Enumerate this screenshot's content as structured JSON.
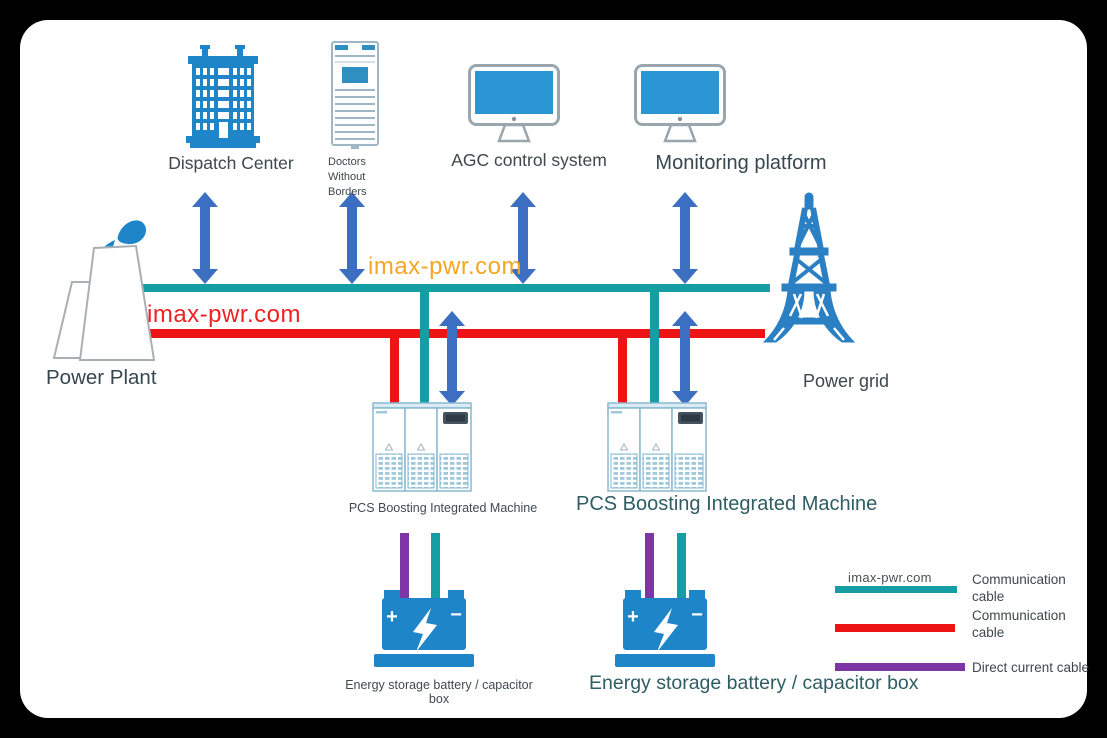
{
  "nodes": {
    "dispatch_center": {
      "label": "Dispatch Center"
    },
    "server": {
      "label": "Doctors Without Borders"
    },
    "agc": {
      "label": "AGC control system"
    },
    "monitoring": {
      "label": "Monitoring platform"
    },
    "power_plant": {
      "label": "Power Plant"
    },
    "power_grid": {
      "label": "Power grid"
    },
    "pcs_left": {
      "label": "PCS Boosting Integrated Machine"
    },
    "pcs_right": {
      "label": "PCS Boosting Integrated Machine"
    },
    "battery_left": {
      "label": "Energy storage battery / capacitor box"
    },
    "battery_right": {
      "label": "Energy storage battery / capacitor box"
    }
  },
  "battery": {
    "plus": "+",
    "minus": "−"
  },
  "watermarks": {
    "center": "imax-pwr.com",
    "left": "imax-pwr.com",
    "legend": "imax-pwr.com"
  },
  "legend": {
    "items": [
      {
        "color": "#149da2",
        "label": "Communication cable"
      },
      {
        "color": "#ec1414",
        "label": "Communication cable"
      },
      {
        "color": "#7c36a6",
        "label": "Direct current cable"
      }
    ]
  },
  "colors": {
    "icon_blue": "#1e86c8",
    "communication_teal": "#149da2",
    "communication_red": "#ec1414",
    "direct_current_purple": "#7c36a6",
    "arrow_blue": "#3c6fc2",
    "watermark_orange": "#f5a623",
    "watermark_red": "#ee2222",
    "label_dark": "#3d474d",
    "label_teal": "#2e5d63"
  }
}
